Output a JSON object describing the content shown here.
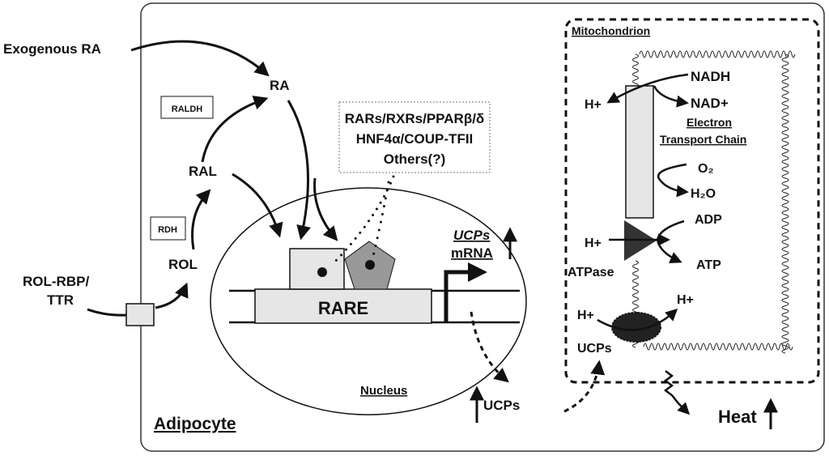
{
  "labels": {
    "exogenous_ra": "Exogenous RA",
    "ra": "RA",
    "raldh": "RALDH",
    "ral": "RAL",
    "rdh": "RDH",
    "rol": "ROL",
    "rol_rbp_line1": "ROL-RBP/",
    "rol_rbp_line2": "TTR",
    "receptors_line1": "RARs/RXRs/PPARβ/δ",
    "receptors_line2": "HNF4α/COUP-TFII",
    "receptors_line3": "Others(?)",
    "rare": "RARE",
    "ucps_mrna_line1": "UCPs",
    "ucps_mrna_line2": "mRNA",
    "nucleus": "Nucleus",
    "adipocyte": "Adipocyte",
    "ucps_cyto": "UCPs",
    "mitochondrion": "Mitochondrion",
    "nadh": "NADH",
    "h_plus_etc": "H+",
    "nad_plus": "NAD+",
    "etc_line1": "Electron",
    "etc_line2": "Transport Chain",
    "o2": "O₂",
    "h2o": "H₂O",
    "adp": "ADP",
    "h_plus_atpase": "H+",
    "atp": "ATP",
    "atpase": "ATPase",
    "h_plus_ucp_in": "H+",
    "h_plus_ucp_out": "H+",
    "ucps_mito": "UCPs",
    "heat": "Heat"
  },
  "colors": {
    "stroke": "#111111",
    "box_fill": "#e6e6e6",
    "pentagon_fill": "#999999",
    "atpase_fill": "#333333",
    "ucp_fill": "#222222"
  }
}
